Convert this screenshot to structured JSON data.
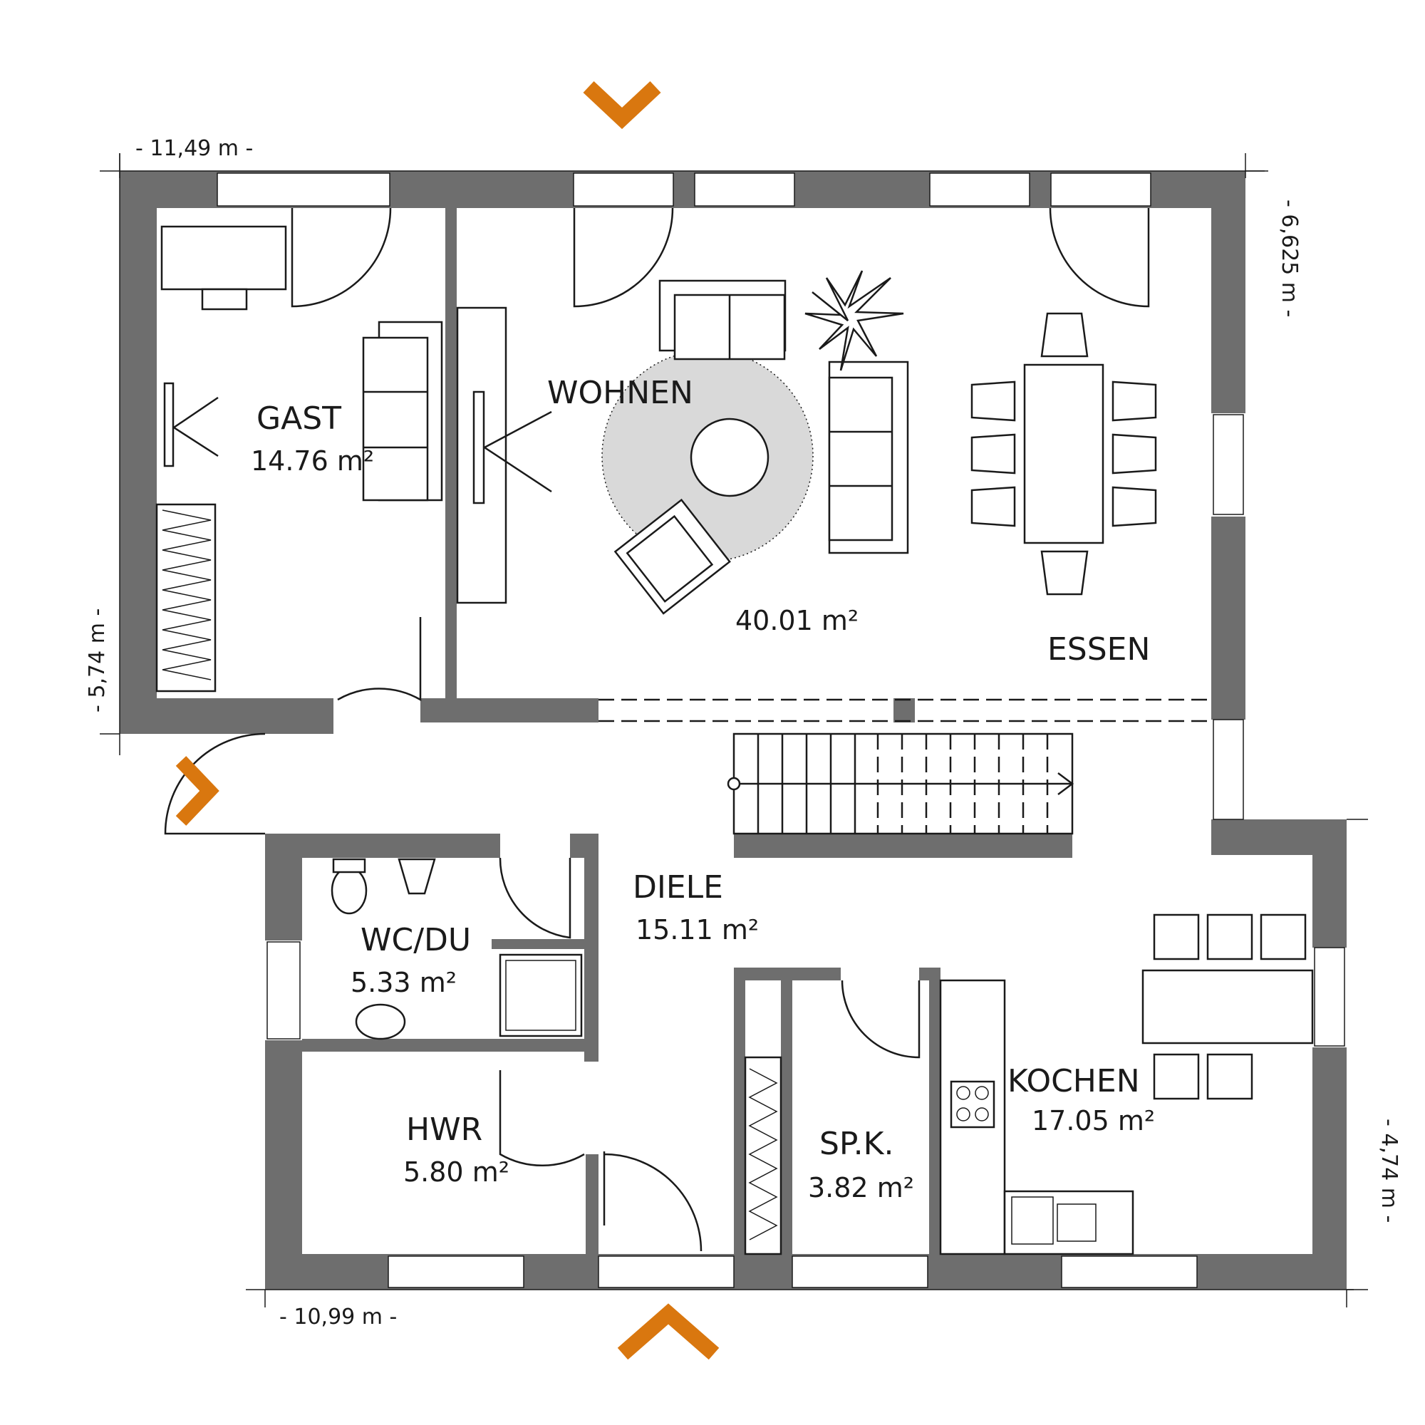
{
  "colors": {
    "wall": "#6e6e6e",
    "accent": "#d9770f",
    "line": "#1a1a1a"
  },
  "rooms": {
    "gast": {
      "name": "GAST",
      "area": "14.76 m²"
    },
    "wohnen": {
      "name": "WOHNEN",
      "area": "40.01 m²"
    },
    "essen": {
      "name": "ESSEN"
    },
    "diele": {
      "name": "DIELE",
      "area": "15.11 m²"
    },
    "wc": {
      "name": "WC/DU",
      "area": "5.33 m²"
    },
    "hwr": {
      "name": "HWR",
      "area": "5.80 m²"
    },
    "spk": {
      "name": "SP.K.",
      "area": "3.82 m²"
    },
    "kochen": {
      "name": "KOCHEN",
      "area": "17.05 m²"
    }
  },
  "dimensions": {
    "top": "- 11,49 m -",
    "bottom": "- 10,99 m -",
    "left": "- 5,74 m -",
    "right_top": "- 6,625 m -",
    "right_bottom": "- 4,74 m -"
  },
  "markers": {
    "top": "chevron-down-icon",
    "bottom": "chevron-up-icon",
    "entrance": "chevron-right-icon"
  }
}
